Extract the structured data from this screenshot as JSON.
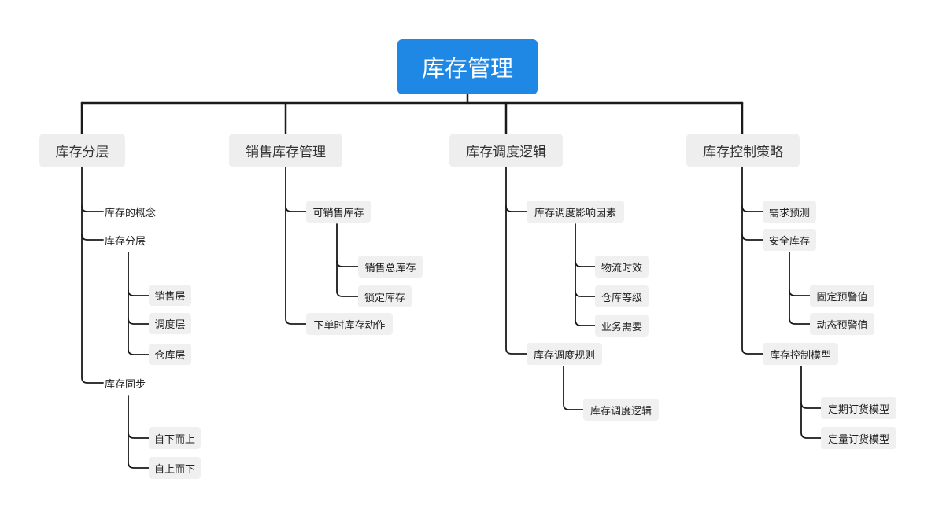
{
  "mindmap": {
    "root": "库存管理",
    "branches": [
      {
        "label": "库存分层",
        "children": [
          {
            "label": "库存的概念"
          },
          {
            "label": "库存分层",
            "children": [
              "销售层",
              "调度层",
              "仓库层"
            ]
          },
          {
            "label": "库存同步",
            "children": [
              "自下而上",
              "自上而下"
            ]
          }
        ]
      },
      {
        "label": "销售库存管理",
        "children": [
          {
            "label": "可销售库存",
            "children": [
              "销售总库存",
              "锁定库存"
            ]
          },
          {
            "label": "下单时库存动作"
          }
        ]
      },
      {
        "label": "库存调度逻辑",
        "children": [
          {
            "label": "库存调度影响因素",
            "children": [
              "物流时效",
              "仓库等级",
              "业务需要"
            ]
          },
          {
            "label": "库存调度规则",
            "children": [
              "库存调度逻辑"
            ]
          }
        ]
      },
      {
        "label": "库存控制策略",
        "children": [
          {
            "label": "需求预测"
          },
          {
            "label": "安全库存",
            "children": [
              "固定预警值",
              "动态预警值"
            ]
          },
          {
            "label": "库存控制模型",
            "children": [
              "定期订货模型",
              "定量订货模型"
            ]
          }
        ]
      }
    ]
  },
  "colors": {
    "root_bg": "#1f88e5",
    "root_text": "#ffffff",
    "node_bg": "#eeeeee",
    "line": "#222222"
  }
}
